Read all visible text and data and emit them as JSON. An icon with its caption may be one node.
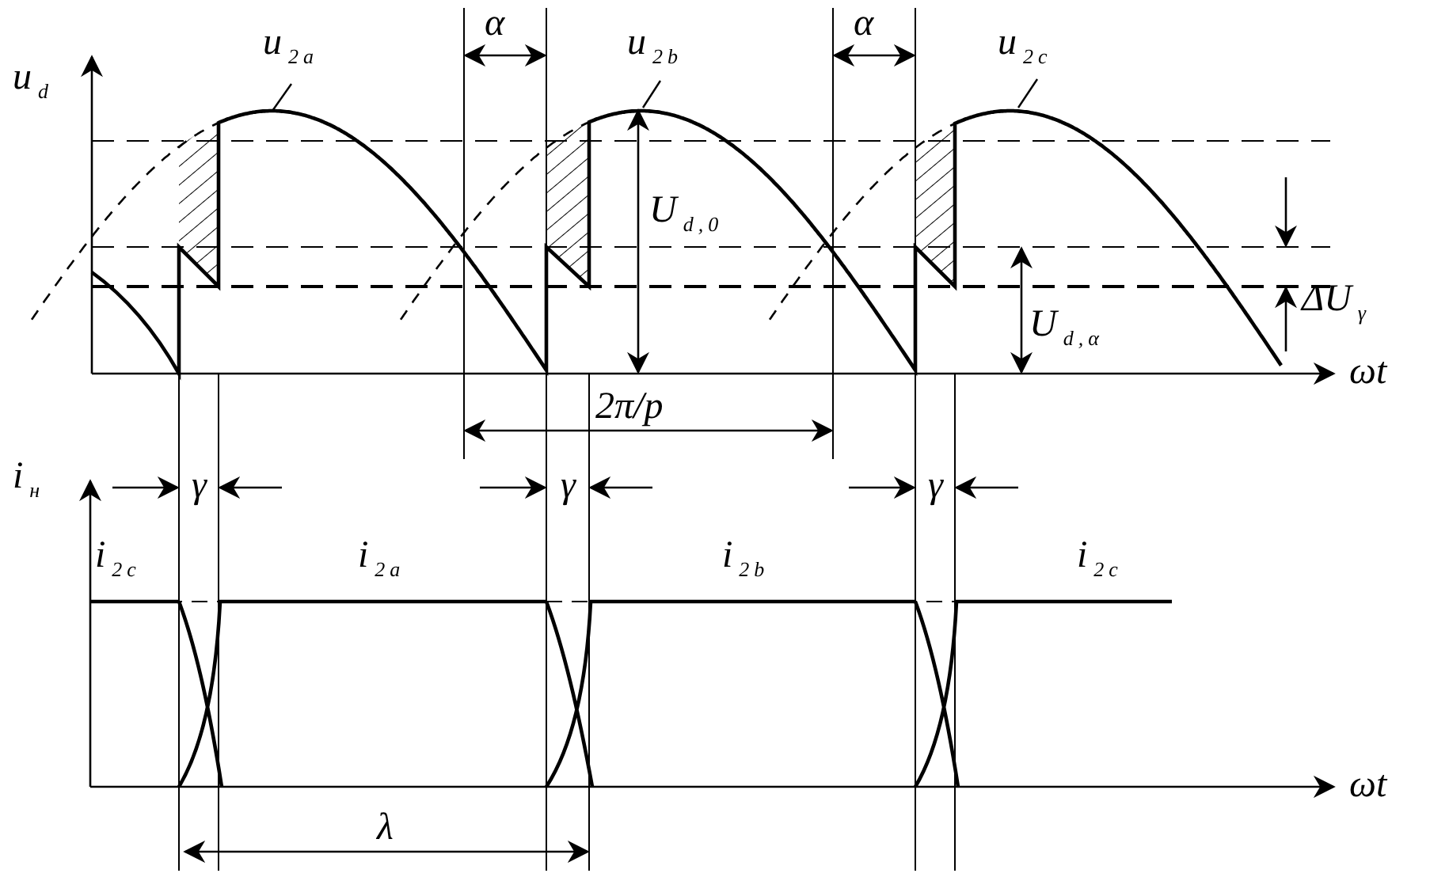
{
  "diagram": {
    "nodes": [
      {
        "text": [
          "u$_{2a}$"
        ]
      },
      {
        "text": [
          "u$_{2b}$"
        ]
      },
      {
        "text": [
          "u$_{2c}$"
        ]
      }
    ],
    "edges": [
      {
        "from": 0,
        "to": null,
        "arrow": "none"
      },
      {
        "from": 1,
        "to": null,
        "arrow": "none"
      },
      {
        "from": 2,
        "to": null,
        "arrow": "none"
      }
    ],
    "labels": [
      "u$_{d}$",
      "α",
      "α",
      "U$_{d,0}$",
      "ΔU$_{γ}$",
      "U$_{d,α}$",
      "ωt",
      "2π/p",
      "i$_{н}$",
      "γ",
      "γ",
      "γ",
      "i$_{2c}$",
      "i$_{2a}$",
      "i$_{2b}$",
      "i$_{2c}$",
      "ωt",
      "λ"
    ]
  }
}
